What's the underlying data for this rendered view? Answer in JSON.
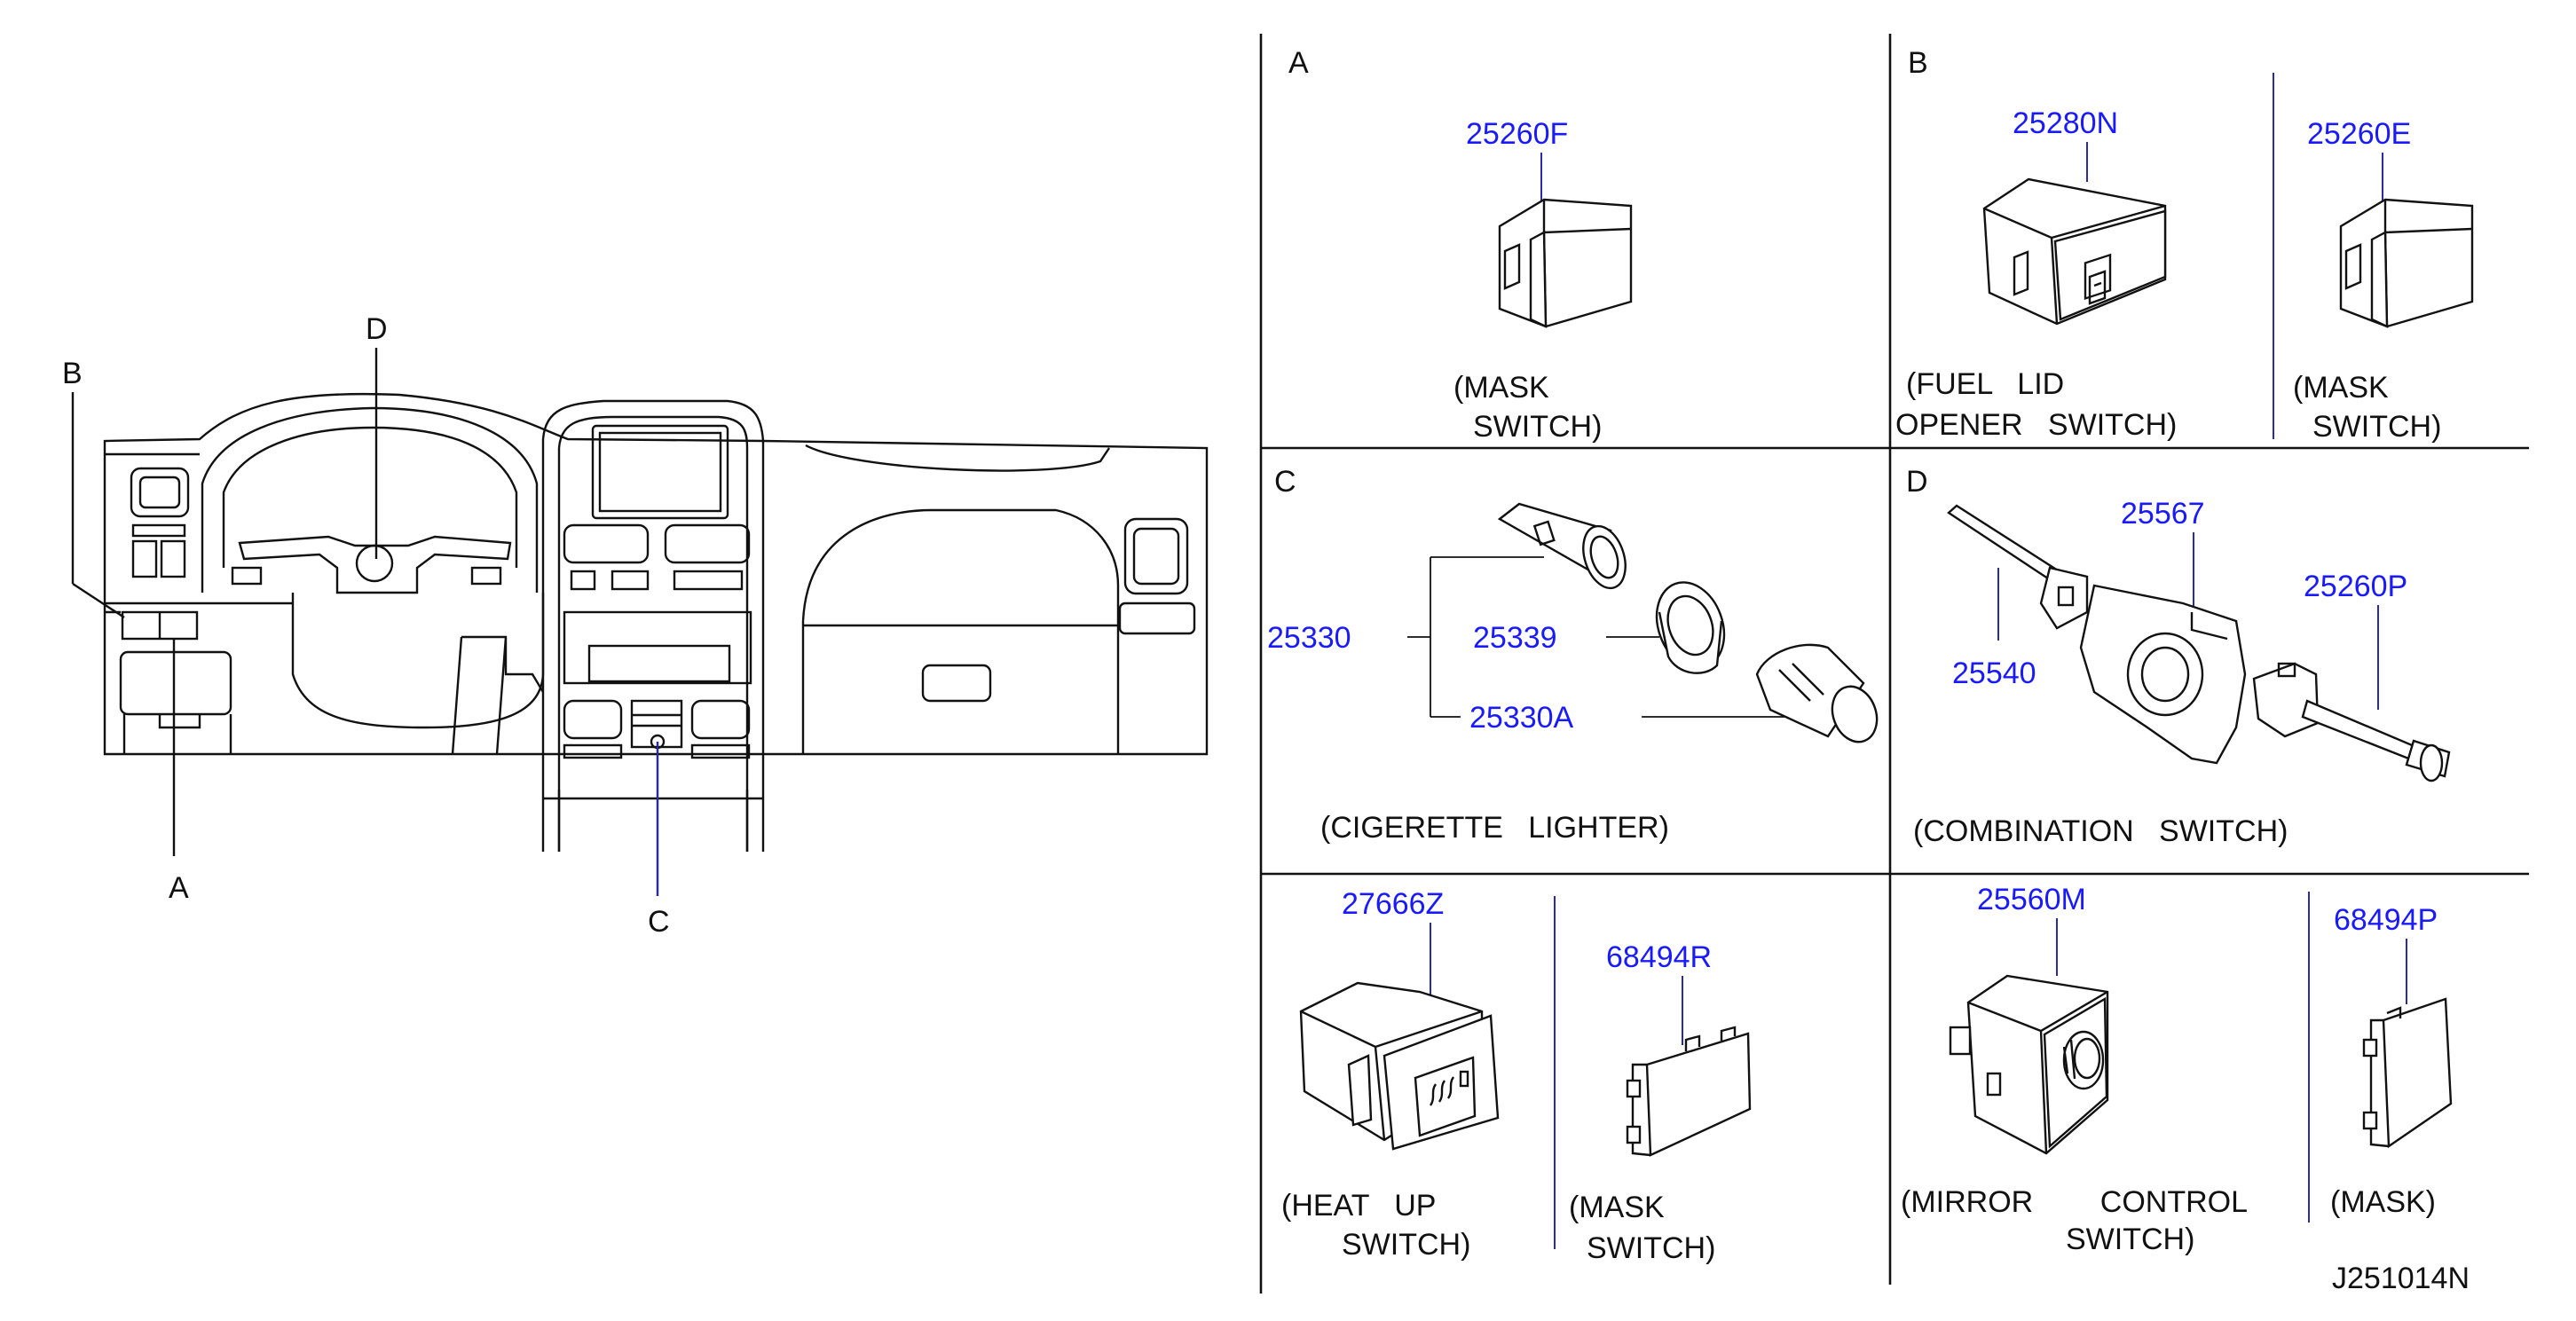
{
  "overview": {
    "labels": [
      "A",
      "B",
      "C",
      "D"
    ]
  },
  "panels": {
    "A": {
      "letter": "A",
      "part": "25260F",
      "caption": [
        "(MASK",
        "SWITCH)"
      ]
    },
    "B": {
      "letter": "B",
      "parts": [
        {
          "part": "25280N",
          "caption": [
            "(FUEL   LID",
            "OPENER   SWITCH)"
          ]
        },
        {
          "part": "25260E",
          "caption": [
            "(MASK",
            "SWITCH)"
          ]
        }
      ]
    },
    "C": {
      "letter": "C",
      "assembly": "25330",
      "parts": [
        "25339",
        "25330A"
      ],
      "caption": "(CIGERETTE   LIGHTER)"
    },
    "D": {
      "letter": "D",
      "parts": [
        "25567",
        "25540",
        "25260P"
      ],
      "caption": "(COMBINATION   SWITCH)"
    },
    "E": {
      "parts": [
        {
          "part": "27666Z",
          "caption": [
            "(HEAT   UP",
            "SWITCH)"
          ]
        },
        {
          "part": "68494R",
          "caption": [
            "(MASK",
            "SWITCH)"
          ]
        }
      ]
    },
    "F": {
      "parts": [
        {
          "part": "25560M",
          "caption": [
            "(MIRROR        CONTROL",
            "SWITCH)"
          ]
        },
        {
          "part": "68494P",
          "caption": [
            "(MASK)"
          ]
        }
      ]
    }
  },
  "diagram_code": "J251014N"
}
